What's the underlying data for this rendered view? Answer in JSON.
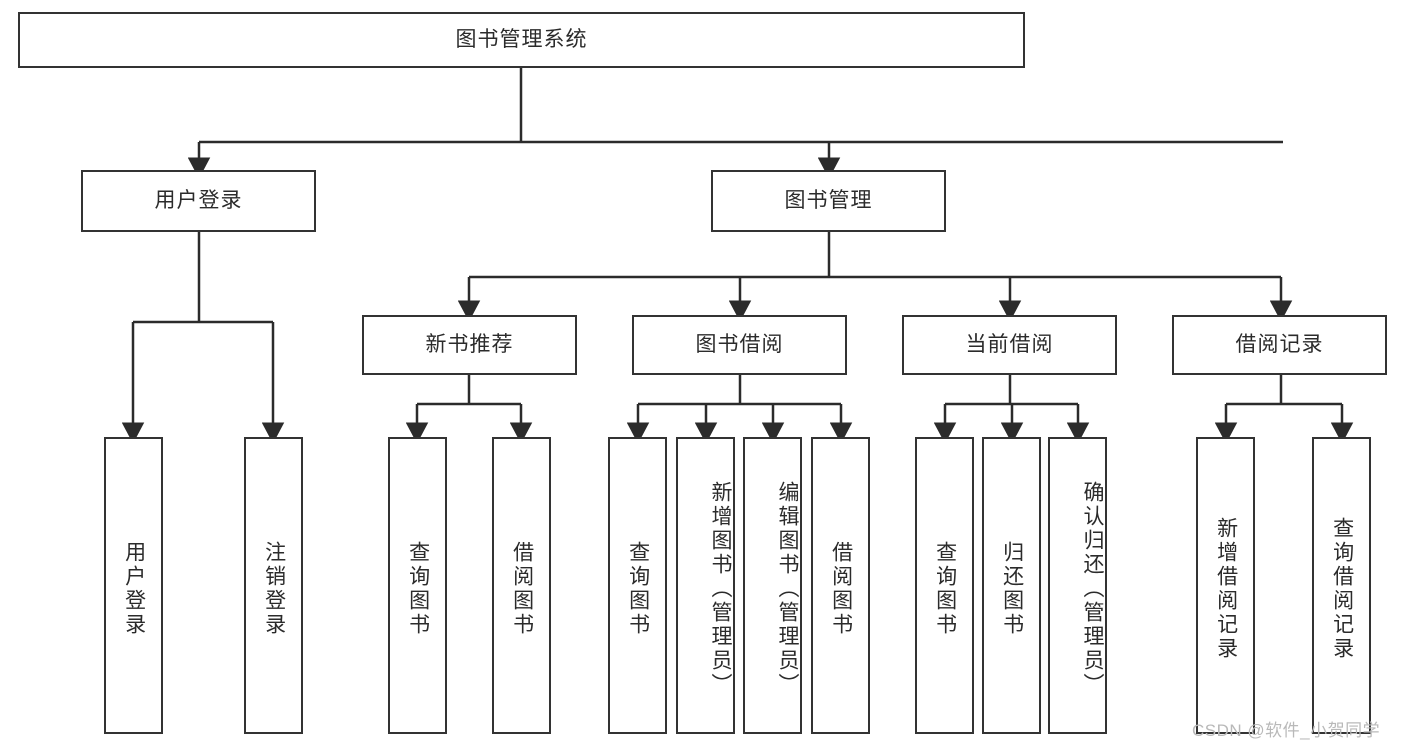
{
  "diagram": {
    "type": "tree",
    "title": "图书管理系统",
    "root": {
      "label": "图书管理系统"
    },
    "level2": [
      {
        "label": "用户登录"
      },
      {
        "label": "图书管理"
      }
    ],
    "level3": [
      {
        "label": "新书推荐"
      },
      {
        "label": "图书借阅"
      },
      {
        "label": "当前借阅"
      },
      {
        "label": "借阅记录"
      }
    ],
    "leaves": {
      "user_login": [
        {
          "label": "用户登录"
        },
        {
          "label": "注销登录"
        }
      ],
      "new_book_recommend": [
        {
          "label": "查询图书"
        },
        {
          "label": "借阅图书"
        }
      ],
      "book_borrow": [
        {
          "label": "查询图书"
        },
        {
          "label": "新增图书（管理员）"
        },
        {
          "label": "编辑图书（管理员）"
        },
        {
          "label": "借阅图书"
        }
      ],
      "current_borrow": [
        {
          "label": "查询图书"
        },
        {
          "label": "归还图书"
        },
        {
          "label": "确认归还（管理员）"
        }
      ],
      "borrow_record": [
        {
          "label": "新增借阅记录"
        },
        {
          "label": "查询借阅记录"
        }
      ]
    }
  },
  "watermark": {
    "text": "CSDN @软件_小贺同学"
  },
  "colors": {
    "box_border": "#333333",
    "box_fill": "#ffffff",
    "line": "#2b2b2b",
    "text": "#2b2b2b",
    "watermark": "#b9b9b9"
  }
}
